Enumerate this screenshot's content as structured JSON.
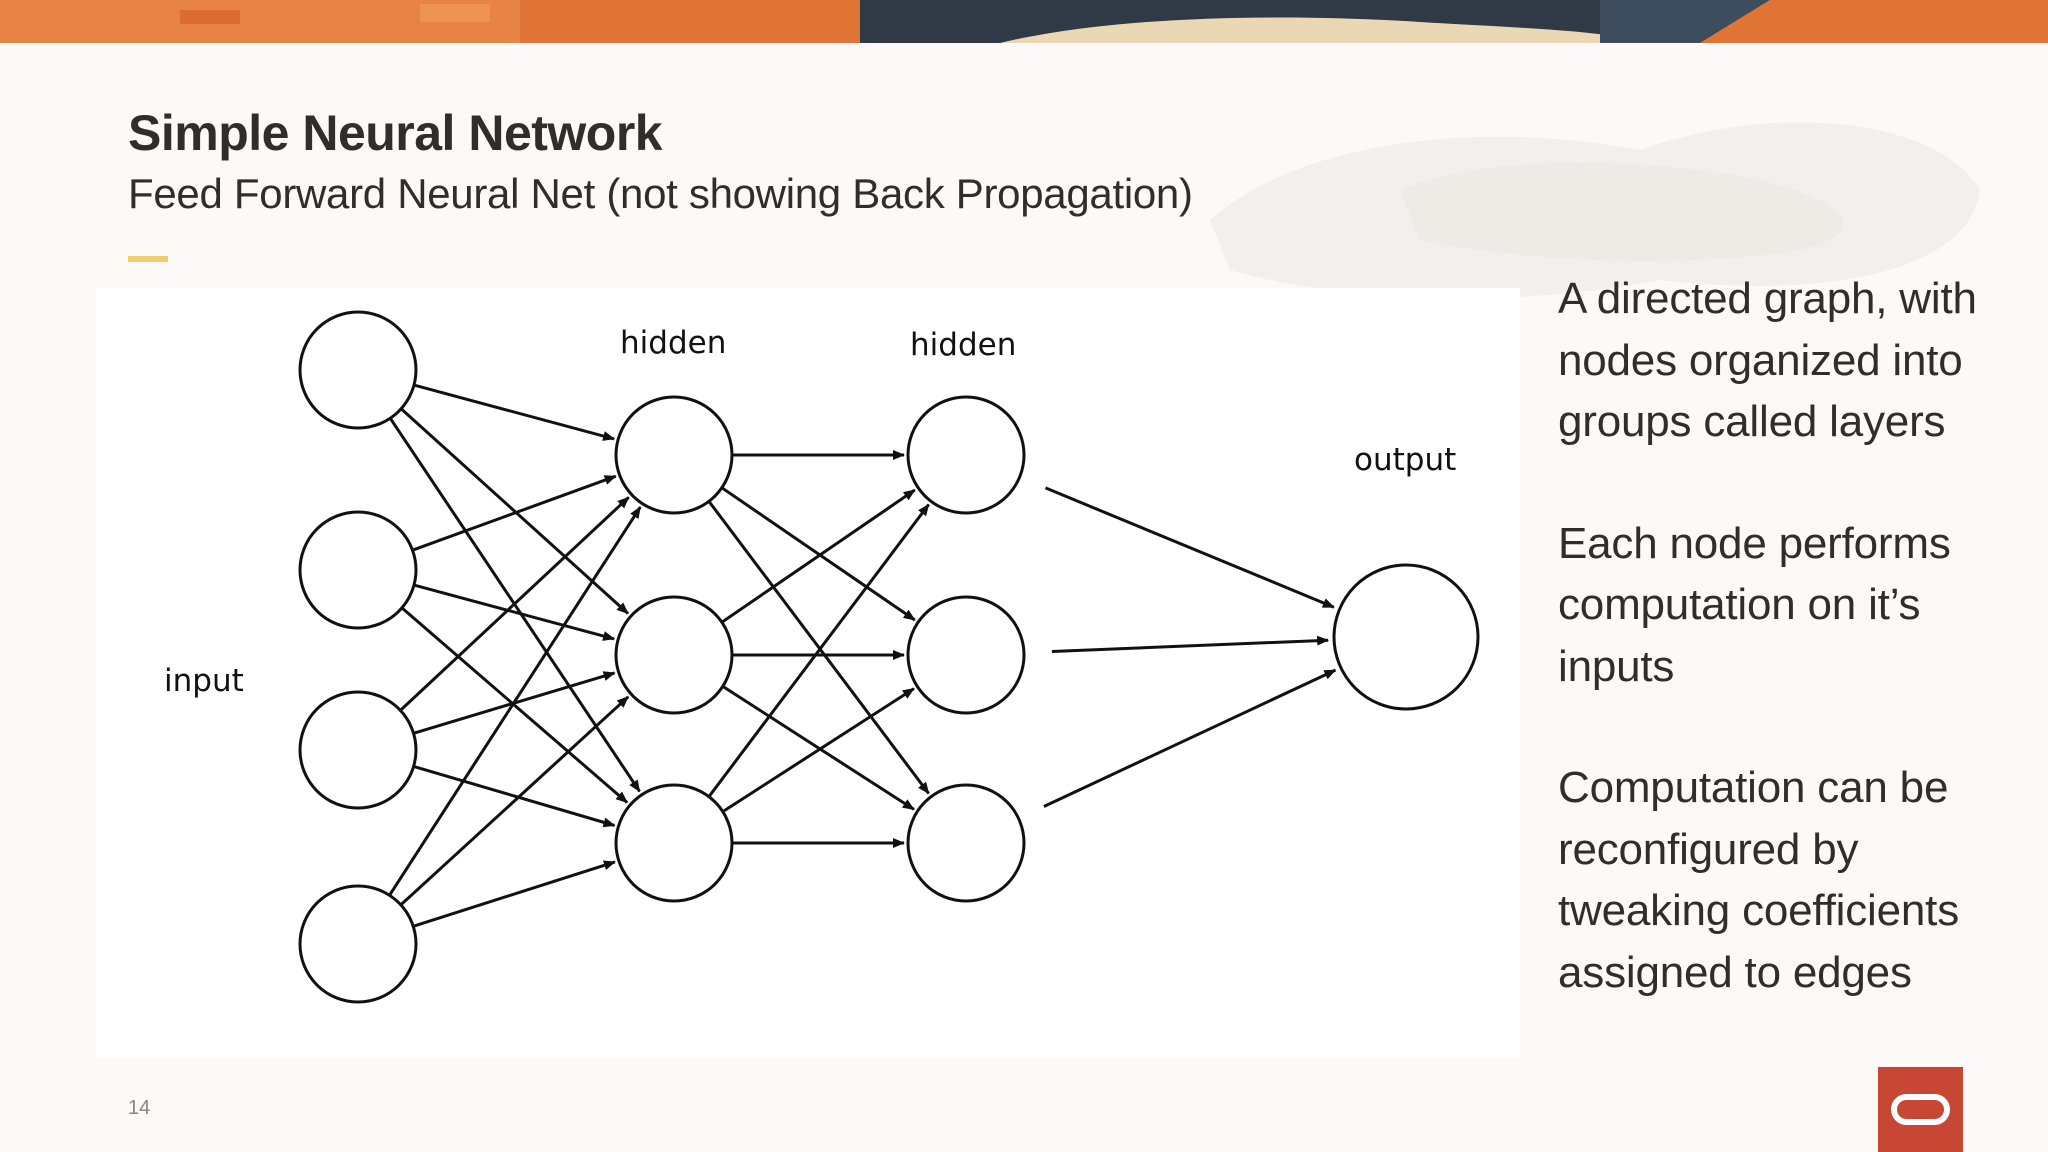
{
  "slide": {
    "title": "Simple Neural Network",
    "subtitle": "Feed Forward Neural Net (not showing Back Propagation)",
    "page_number": "14"
  },
  "diagram": {
    "layers": [
      {
        "label": "input",
        "nodes": 4
      },
      {
        "label": "hidden",
        "nodes": 3
      },
      {
        "label": "hidden",
        "nodes": 3
      },
      {
        "label": "output",
        "nodes": 1
      }
    ]
  },
  "bullets": [
    "A directed graph, with nodes organized into groups called layers",
    "Each node performs computation on it’s inputs",
    "Computation can be reconfigured by tweaking coefficients assigned to edges"
  ],
  "colors": {
    "accent": "#f0cc71",
    "brand": "#c74634",
    "text": "#312d2a",
    "background": "#fcf9f8"
  },
  "icons": {
    "logo": "oracle-logo-icon"
  }
}
